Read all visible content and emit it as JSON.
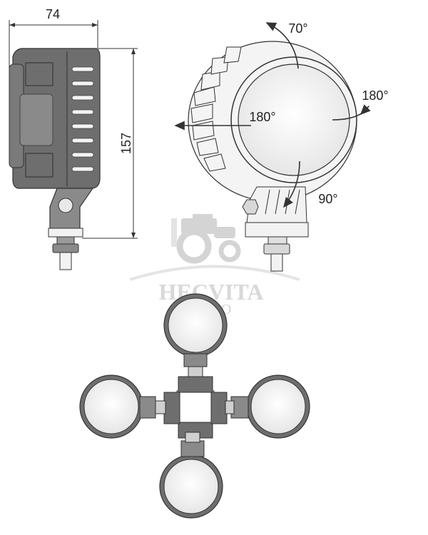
{
  "dimensions": {
    "width_label": "74",
    "height_label": "157"
  },
  "angles": {
    "tilt_up": "70°",
    "rotate_right": "180°",
    "rotate_left": "180°",
    "tilt_down": "90°"
  },
  "watermark": {
    "brand": "HECVITA",
    "sub": "AGRO"
  },
  "colors": {
    "housing": "#6e6e6e",
    "housing_dark": "#4f4f4f",
    "lens": "#f2f2f2",
    "line": "#333333"
  }
}
